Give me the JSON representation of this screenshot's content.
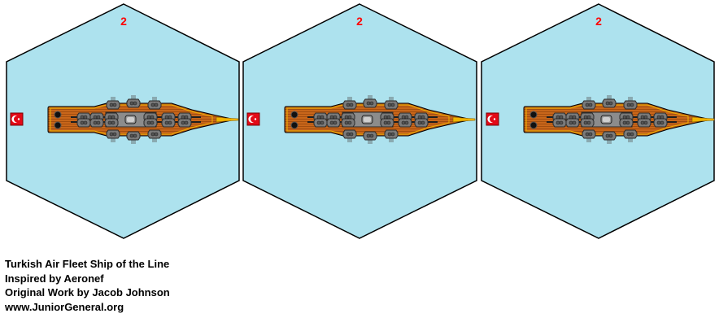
{
  "colors": {
    "background": "#ffffff",
    "hex_fill": "#ade2ee",
    "hex_border": "#000000",
    "label_color": "#ff0000",
    "hull_wood": "#c8661a",
    "hull_trim": "#f0b400",
    "deck_gray": "#8c8c8c",
    "turret_gray": "#7a7a7a",
    "flag_red": "#e30a17"
  },
  "counters": [
    {
      "label": "2",
      "unit": "Turkish Air Fleet Ship of the Line",
      "flag": "turkish-crescent-flag"
    },
    {
      "label": "2",
      "unit": "Turkish Air Fleet Ship of the Line",
      "flag": "turkish-crescent-flag"
    },
    {
      "label": "2",
      "unit": "Turkish Air Fleet Ship of the Line",
      "flag": "turkish-crescent-flag"
    }
  ],
  "credits": {
    "title": "Turkish Air Fleet Ship of the Line",
    "inspired": "Inspired by Aeronef",
    "author": "Original Work by Jacob Johnson",
    "website": "www.JuniorGeneral.org"
  }
}
